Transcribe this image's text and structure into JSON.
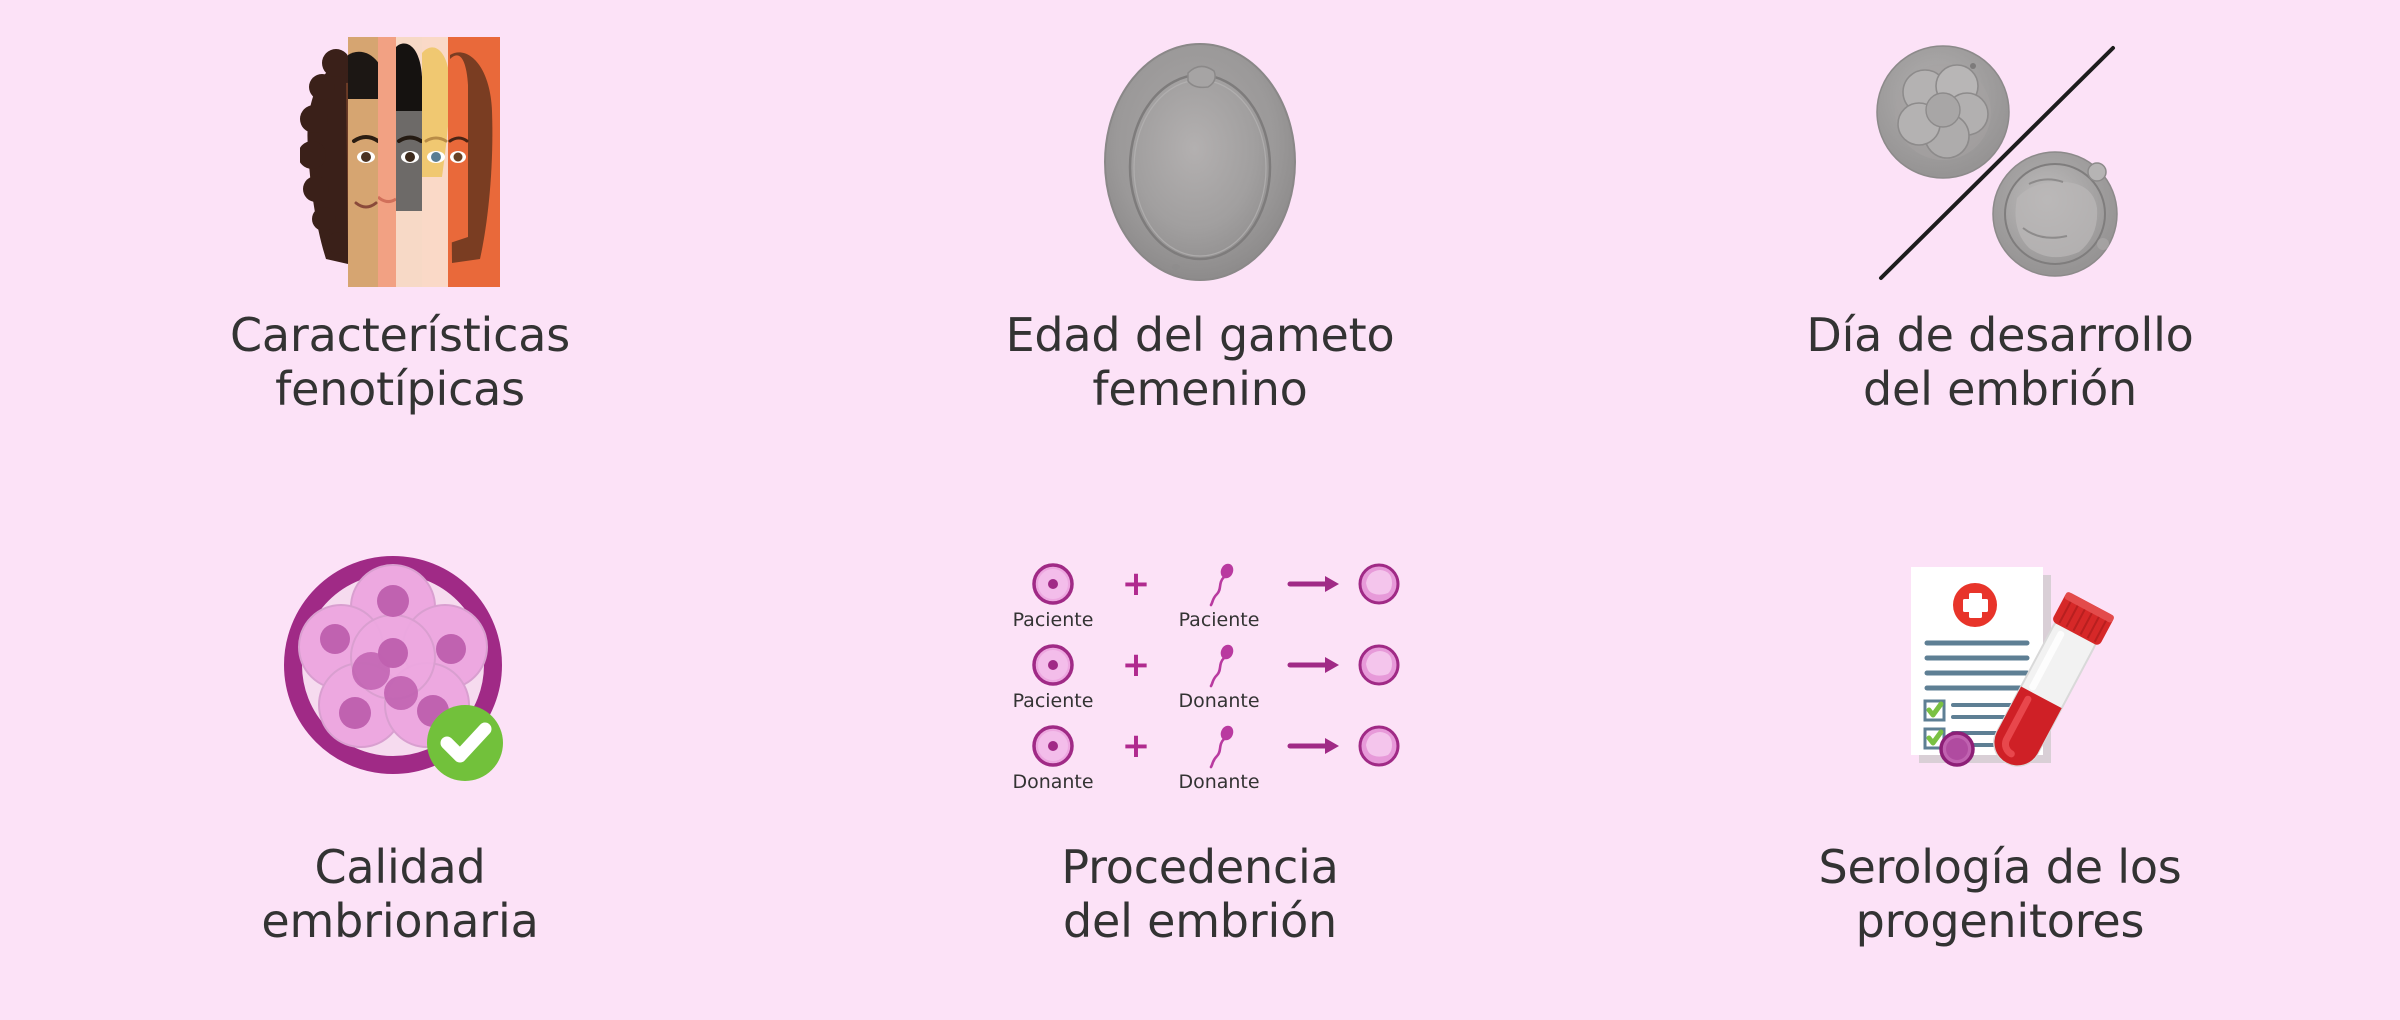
{
  "page": {
    "background_color": "#fce2f7",
    "text_color": "#333333",
    "accent_purple": "#a02a86",
    "accent_pink": "#e9a6dd",
    "accent_green": "#72c13b",
    "accent_red": "#e8342a",
    "columns": 3,
    "rows": 2
  },
  "cards": [
    {
      "id": "caracteristicas-fenotipicas",
      "icon": "composite-faces-icon",
      "line1": "Características",
      "line2": "fenotípicas"
    },
    {
      "id": "edad-gameto-femenino",
      "icon": "oocyte-micrograph-icon",
      "line1": "Edad del gameto",
      "line2": "femenino"
    },
    {
      "id": "dia-desarrollo-embrion",
      "icon": "embryo-blastocyst-split-icon",
      "line1": "Día de desarrollo",
      "line2": "del embrión"
    },
    {
      "id": "calidad-embrionaria",
      "icon": "embryo-quality-check-icon",
      "line1": "Calidad",
      "line2": "embrionaria"
    },
    {
      "id": "procedencia-embrion",
      "icon": "gamete-origin-diagram-icon",
      "line1": "Procedencia",
      "line2": "del embrión"
    },
    {
      "id": "serologia-progenitores",
      "icon": "medical-report-blood-tube-icon",
      "line1": "Serología de los",
      "line2": "progenitores"
    }
  ],
  "origin_diagram": {
    "plus_symbol": "+",
    "rows": [
      {
        "oocyte_label": "Paciente",
        "sperm_label": "Paciente"
      },
      {
        "oocyte_label": "Paciente",
        "sperm_label": "Donante"
      },
      {
        "oocyte_label": "Donante",
        "sperm_label": "Donante"
      }
    ]
  }
}
